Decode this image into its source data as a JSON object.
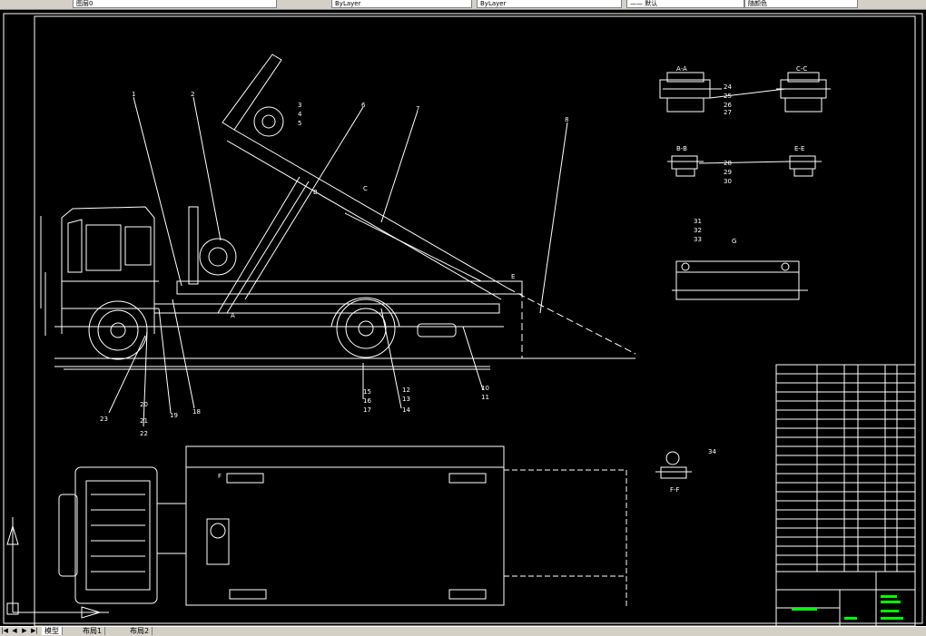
{
  "toolbar": {
    "layer_field": "图层0",
    "style_field": "ByLayer",
    "linetype_field": "ByLayer",
    "lineweight_field": "—— 默认",
    "plotstyle_field": "随颜色"
  },
  "drawing": {
    "section_labels": {
      "aa": "A-A",
      "cc": "C-C",
      "bb": "B-B",
      "ee": "E-E",
      "ff": "F-F",
      "a": "A",
      "b": "B",
      "c": "C",
      "e": "E",
      "f": "F",
      "g": "G"
    },
    "balloons_top": [
      "1",
      "2",
      "3",
      "4",
      "5",
      "6",
      "7",
      "8"
    ],
    "balloons_bottom": [
      "23",
      "20",
      "21",
      "22",
      "19",
      "18",
      "15",
      "16",
      "17",
      "12",
      "13",
      "14",
      "10",
      "11"
    ],
    "section_balloons": [
      "24",
      "25",
      "26",
      "27",
      "28",
      "29",
      "30",
      "31",
      "32",
      "33",
      "34"
    ]
  },
  "layout_tabs": [
    "模型",
    "布局1",
    "布局2"
  ],
  "colors": {
    "line": "#ffffff",
    "title_green": "#00ff00",
    "background": "#000000"
  }
}
